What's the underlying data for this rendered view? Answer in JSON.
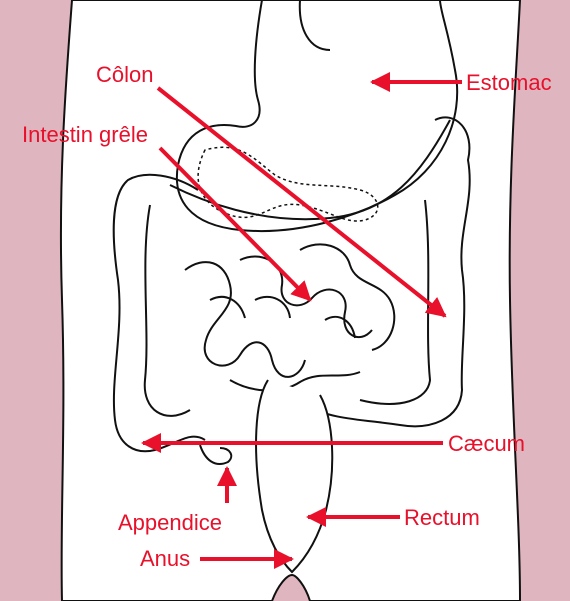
{
  "colors": {
    "skin": "#dfb6bf",
    "line": "#111111",
    "label": "#e8102a"
  },
  "labels": {
    "colon": "Côlon",
    "stomach": "Estomac",
    "small_intestine": "Intestin grêle",
    "cecum": "Cæcum",
    "appendix": "Appendice",
    "rectum": "Rectum",
    "anus": "Anus"
  }
}
